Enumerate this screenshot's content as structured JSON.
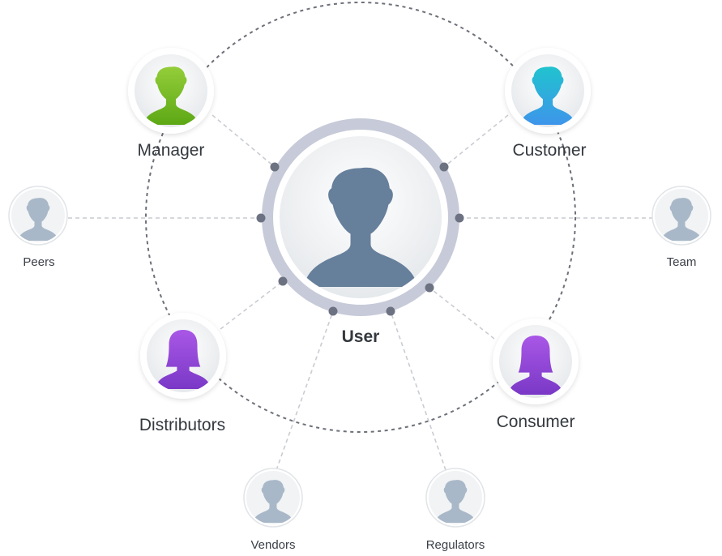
{
  "diagram": {
    "center": {
      "label": "User",
      "color": "#667f9b"
    },
    "primary_nodes": [
      {
        "id": "manager",
        "label": "Manager",
        "figure": "male",
        "colors": [
          "#94cd3a",
          "#5da815"
        ]
      },
      {
        "id": "customer",
        "label": "Customer",
        "figure": "male",
        "colors": [
          "#20c3cf",
          "#3e95ea"
        ]
      },
      {
        "id": "distributors",
        "label": "Distributors",
        "figure": "female",
        "colors": [
          "#a957e6",
          "#7a38c6"
        ]
      },
      {
        "id": "consumer",
        "label": "Consumer",
        "figure": "female",
        "colors": [
          "#a957e6",
          "#7a38c6"
        ]
      }
    ],
    "secondary_nodes": [
      {
        "id": "peers",
        "label": "Peers",
        "figure": "male",
        "color": "#a9b8c8"
      },
      {
        "id": "team",
        "label": "Team",
        "figure": "male",
        "color": "#a9b8c8"
      },
      {
        "id": "vendors",
        "label": "Vendors",
        "figure": "male",
        "color": "#a9b8c8"
      },
      {
        "id": "regulators",
        "label": "Regulators",
        "figure": "male",
        "color": "#a9b8c8"
      }
    ],
    "colors": {
      "orbit": "#6d7079",
      "connector": "#c9ccd2",
      "ring": "#c7cad8",
      "dot": "#6d7282"
    }
  }
}
